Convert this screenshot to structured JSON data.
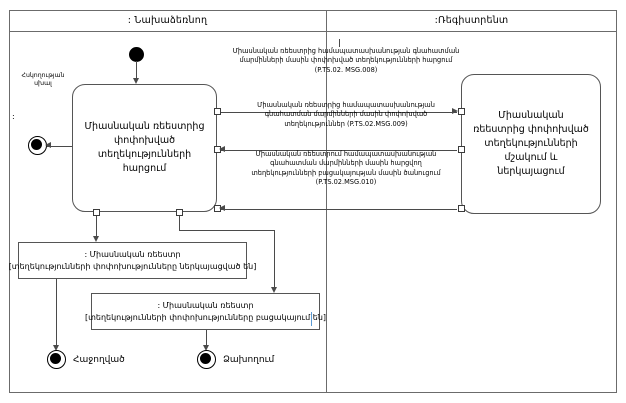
{
  "diagram": {
    "type": "uml-activity-diagram",
    "lanes": [
      {
        "name": "initiator-lane",
        "title": ": Նախաձեռնող"
      },
      {
        "name": "registrant-lane",
        "title": ":Ռեգիստրենտ"
      }
    ],
    "side_caption": {
      "line1": "Հսկողության",
      "line2": "սխալ"
    },
    "activities": [
      {
        "id": "request-activity",
        "text": "Միասնական ռեեստրից փոփոխված տեղեկությունների հարցում"
      },
      {
        "id": "process-activity",
        "text": "Միասնական ռեեստրից փոփոխված տեղեկությունների մշակում և ներկայացում"
      }
    ],
    "messages": [
      {
        "id": "msg-008",
        "direction": "right",
        "line1": "Միասնական ռեեստրից համապատասխանության գնահատման",
        "line2": "մարմինների մասին փոփոխված տեղեկությունների հարցում",
        "line3": "(P.TS.02. MSG.008)"
      },
      {
        "id": "msg-009",
        "direction": "left",
        "line1": "Միասնական ռեեստրից համապատասխանության",
        "line2": "գնահատման մարմինների մասին փոփոխված",
        "line3": "տեղեկություններ (P.TS.02.MSG.009)"
      },
      {
        "id": "msg-010",
        "direction": "left",
        "line1": "Միասնական ռեեստրում համապատասխանության",
        "line2": "գնահատման մարմինների մասին հարցվող",
        "line3": "տեղեկությունների բացակայության մասին ծանուցում",
        "line4": "(P.TS.02.MSG.010)"
      }
    ],
    "states": [
      {
        "id": "state-received",
        "line1": ": Միասնական ռեեստր",
        "line2": "[տեղեկությունների փոփոխությունները ներկայացված են]"
      },
      {
        "id": "state-missing",
        "line1": ": Միասնական ռեեստր",
        "line2": "[տեղեկությունների փոփոխությունները բացակայում են]"
      }
    ],
    "end_nodes": [
      {
        "id": "end-success",
        "label": "Հաջողված"
      },
      {
        "id": "end-failure",
        "label": "Ձախողում"
      }
    ],
    "colors": {
      "frame": "#6b6b6b",
      "node": "#000000",
      "connector": "#4a4a4a",
      "caret": "#5b9bd5"
    }
  }
}
